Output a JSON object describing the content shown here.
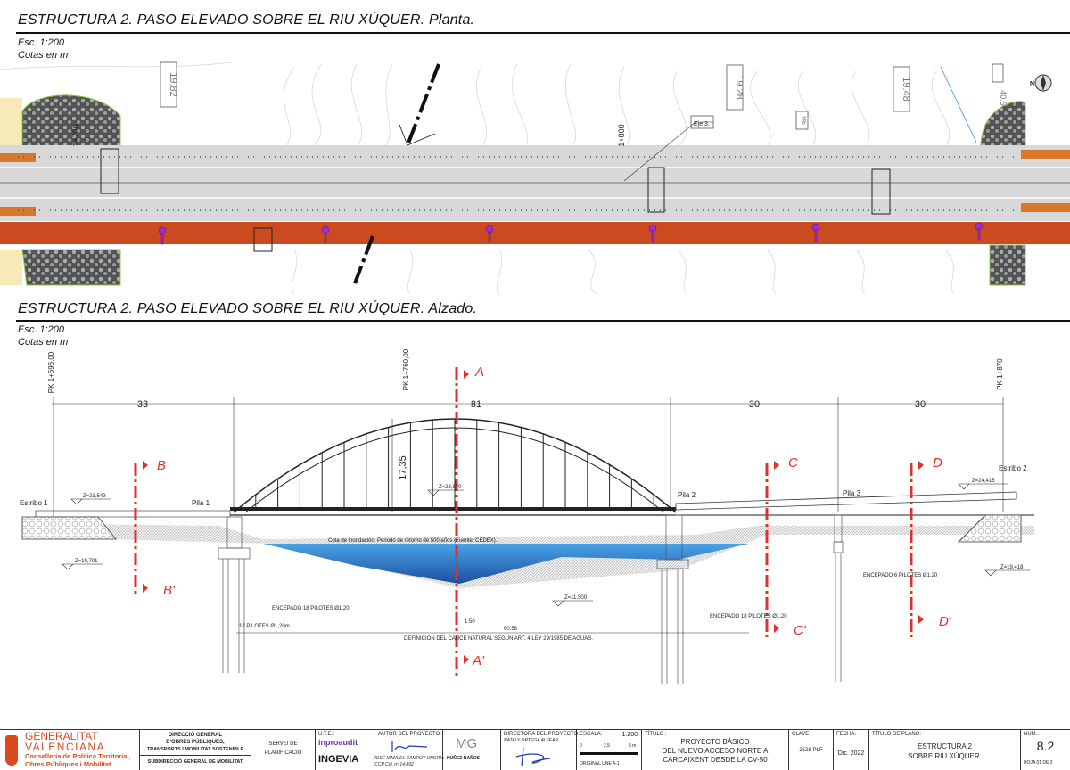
{
  "plan": {
    "title": "ESTRUCTURA 2. PASO ELEVADO SOBRE EL RIU XÚQUER. Planta.",
    "scale": "Esc. 1:200",
    "units": "Cotas en m",
    "labels": {
      "elev1": "19.82",
      "elev2": "19.28",
      "elev3": "19.48",
      "elev4": "40.5",
      "pk1": "1+700",
      "pk2": "1+800",
      "axis": "Eje 3.",
      "mb": "Mb",
      "north": "N"
    }
  },
  "elevation": {
    "title": "ESTRUCTURA 2. PASO ELEVADO SOBRE EL RIU XÚQUER. Alzado.",
    "scale": "Esc. 1:200",
    "units": "Cotas en m",
    "pk": [
      "PK 1+696,00",
      "PK 1+760,00",
      "PK 1+870"
    ],
    "spans": [
      "33",
      "81",
      "30",
      "30"
    ],
    "arch_height": "17,35",
    "supports": {
      "e1": "Estribo 1",
      "p1": "Pila 1",
      "p2": "Pila 2",
      "p3": "Pila 3",
      "e2": "Estribo 2"
    },
    "levels": {
      "z1": "Z=23,549",
      "z2": "Z=23,870",
      "z3": "Z=24,415",
      "z4": "Z=19,701",
      "z5": "Z=11,500",
      "z6": "Z=19,418"
    },
    "flood": "Cota de inundación. Periodo de retorno de 500 años (Fuente: CEDEX).",
    "notes": {
      "enc1": "ENCEPADO 18 PILOTES Ø1,20",
      "enc2": "ENCEPADO 18 PILOTES Ø1,20",
      "enc3": "ENCEPADO 6 PILOTES Ø1,20",
      "pil": "18 PILOTES Ø1,20m",
      "slope": "1:50",
      "width": "60.58",
      "cauce": "DEFINICIÓN DEL CAUCE NATURAL SEGÚN ART. 4 LEY 29/1985  DE AGUAS."
    },
    "sections": {
      "a": "A",
      "a2": "A'",
      "b": "B",
      "b2": "B'",
      "c": "C",
      "c2": "C'",
      "d": "D",
      "d2": "D'"
    }
  },
  "title_block": {
    "gv1": "GENERALITAT",
    "gv2": "VALENCIANA",
    "gv3": "Conselleria de Política Territorial,",
    "gv4": "Obres Públiques i Mobilitat",
    "dg1": "DIRECCIÓ GENERAL",
    "dg2": "D'OBRES PÚBLIQUES,",
    "dg3": "TRANSPORTS I MOBILITAT SOSTENIBLE",
    "dg4": "SUBDIRECCIÓ GENERAL DE MOBILITAT",
    "serv1": "SERVEI DE",
    "serv2": "PLANIFICACIÓ",
    "ute": "U.T.E.:",
    "ute1": "inproaudit",
    "ute2": "INGEVIA",
    "author_label": "AUTOR DEL PROYECTO:",
    "author": "JOSÉ MANUEL CAMPOY UNGRÍA",
    "author_col": "ICCP Col. nº 14.892",
    "firm": "NÚÑEZ-BAÑOS",
    "director_label": "DIRECTORA DEL PROYECTO:",
    "director": "NATALY ORTEGA ALVEAR",
    "scale_label": "ESCALA:",
    "scale": "1:200",
    "scale_ticks": [
      "0",
      "2,5",
      "5 m"
    ],
    "scale_note": "ORIGINAL  UNE A-1",
    "title_label": "TÍTULO :",
    "title1": "PROYECTO BÁSICO",
    "title2": "DEL NUEVO ACCESO NORTE A",
    "title3": "CARCAIXENT DESDE LA CV-50",
    "clave_label": "CLAVE :",
    "clave": "2528-PLF",
    "fecha_label": "FECHA:",
    "fecha": "Dic. 2022",
    "plano_label": "TÍTULO DE PLANO:",
    "plano1": "ESTRUCTURA 2",
    "plano2": "SOBRE RIU XÚQUER.",
    "num_label": "NUM.:",
    "num": "8.2",
    "hoja": "HOJA 01 DE 2"
  }
}
